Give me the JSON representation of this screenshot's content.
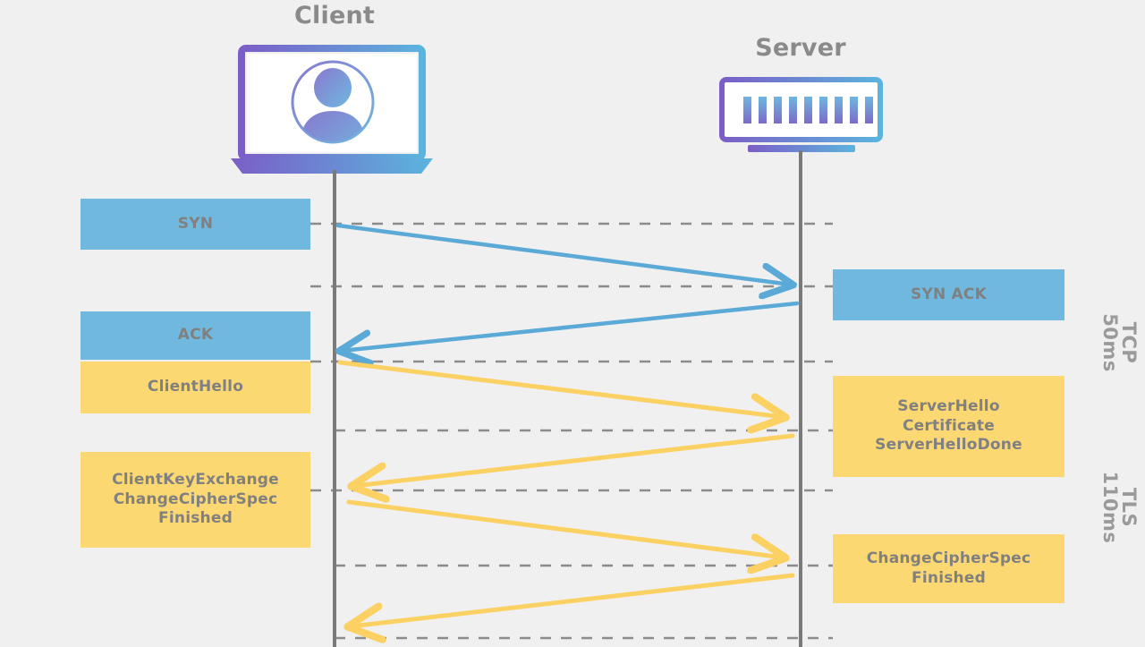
{
  "diagram": {
    "title_client": "Client",
    "title_server": "Server",
    "background": "#F0F0F0",
    "colors": {
      "tcp_box": "#71B8DE",
      "tls_box": "#FCD873",
      "text": "#808080",
      "lifeline": "#7A7A7A",
      "dashed_line": "#8C8C8C",
      "icon_gradient_start": "#7B5EC7",
      "icon_gradient_end": "#5BB4DE"
    },
    "icons": {
      "client": "laptop-user-icon",
      "server": "server-rack-icon",
      "server_bar_count": 9
    }
  },
  "client_messages": [
    {
      "id": "syn",
      "label": "SYN",
      "protocol": "tcp"
    },
    {
      "id": "ack",
      "label": "ACK",
      "protocol": "tcp"
    },
    {
      "id": "clienthello",
      "label": "ClientHello",
      "protocol": "tls"
    },
    {
      "id": "clientkey",
      "label": "ClientKeyExchange\nChangeCipherSpec\nFinished",
      "protocol": "tls"
    }
  ],
  "server_messages": [
    {
      "id": "synack",
      "label": "SYN ACK",
      "protocol": "tcp"
    },
    {
      "id": "serverhello",
      "label": "ServerHello\nCertificate\nServerHelloDone",
      "protocol": "tls"
    },
    {
      "id": "serverccs",
      "label": "ChangeCipherSpec\nFinished",
      "protocol": "tls"
    }
  ],
  "phases": [
    {
      "id": "tcp",
      "label": "TCP\n50ms"
    },
    {
      "id": "tls",
      "label": "TLS\n110ms"
    }
  ],
  "flows": [
    {
      "id": "syn",
      "direction": "client-to-server",
      "protocol": "tcp"
    },
    {
      "id": "synack",
      "direction": "server-to-client",
      "protocol": "tcp"
    },
    {
      "id": "ack",
      "direction": "client-to-server",
      "protocol": "tls"
    },
    {
      "id": "serverhello",
      "direction": "server-to-client",
      "protocol": "tls"
    },
    {
      "id": "clientkey",
      "direction": "client-to-server",
      "protocol": "tls"
    },
    {
      "id": "serverfinished",
      "direction": "server-to-client",
      "protocol": "tls"
    }
  ]
}
